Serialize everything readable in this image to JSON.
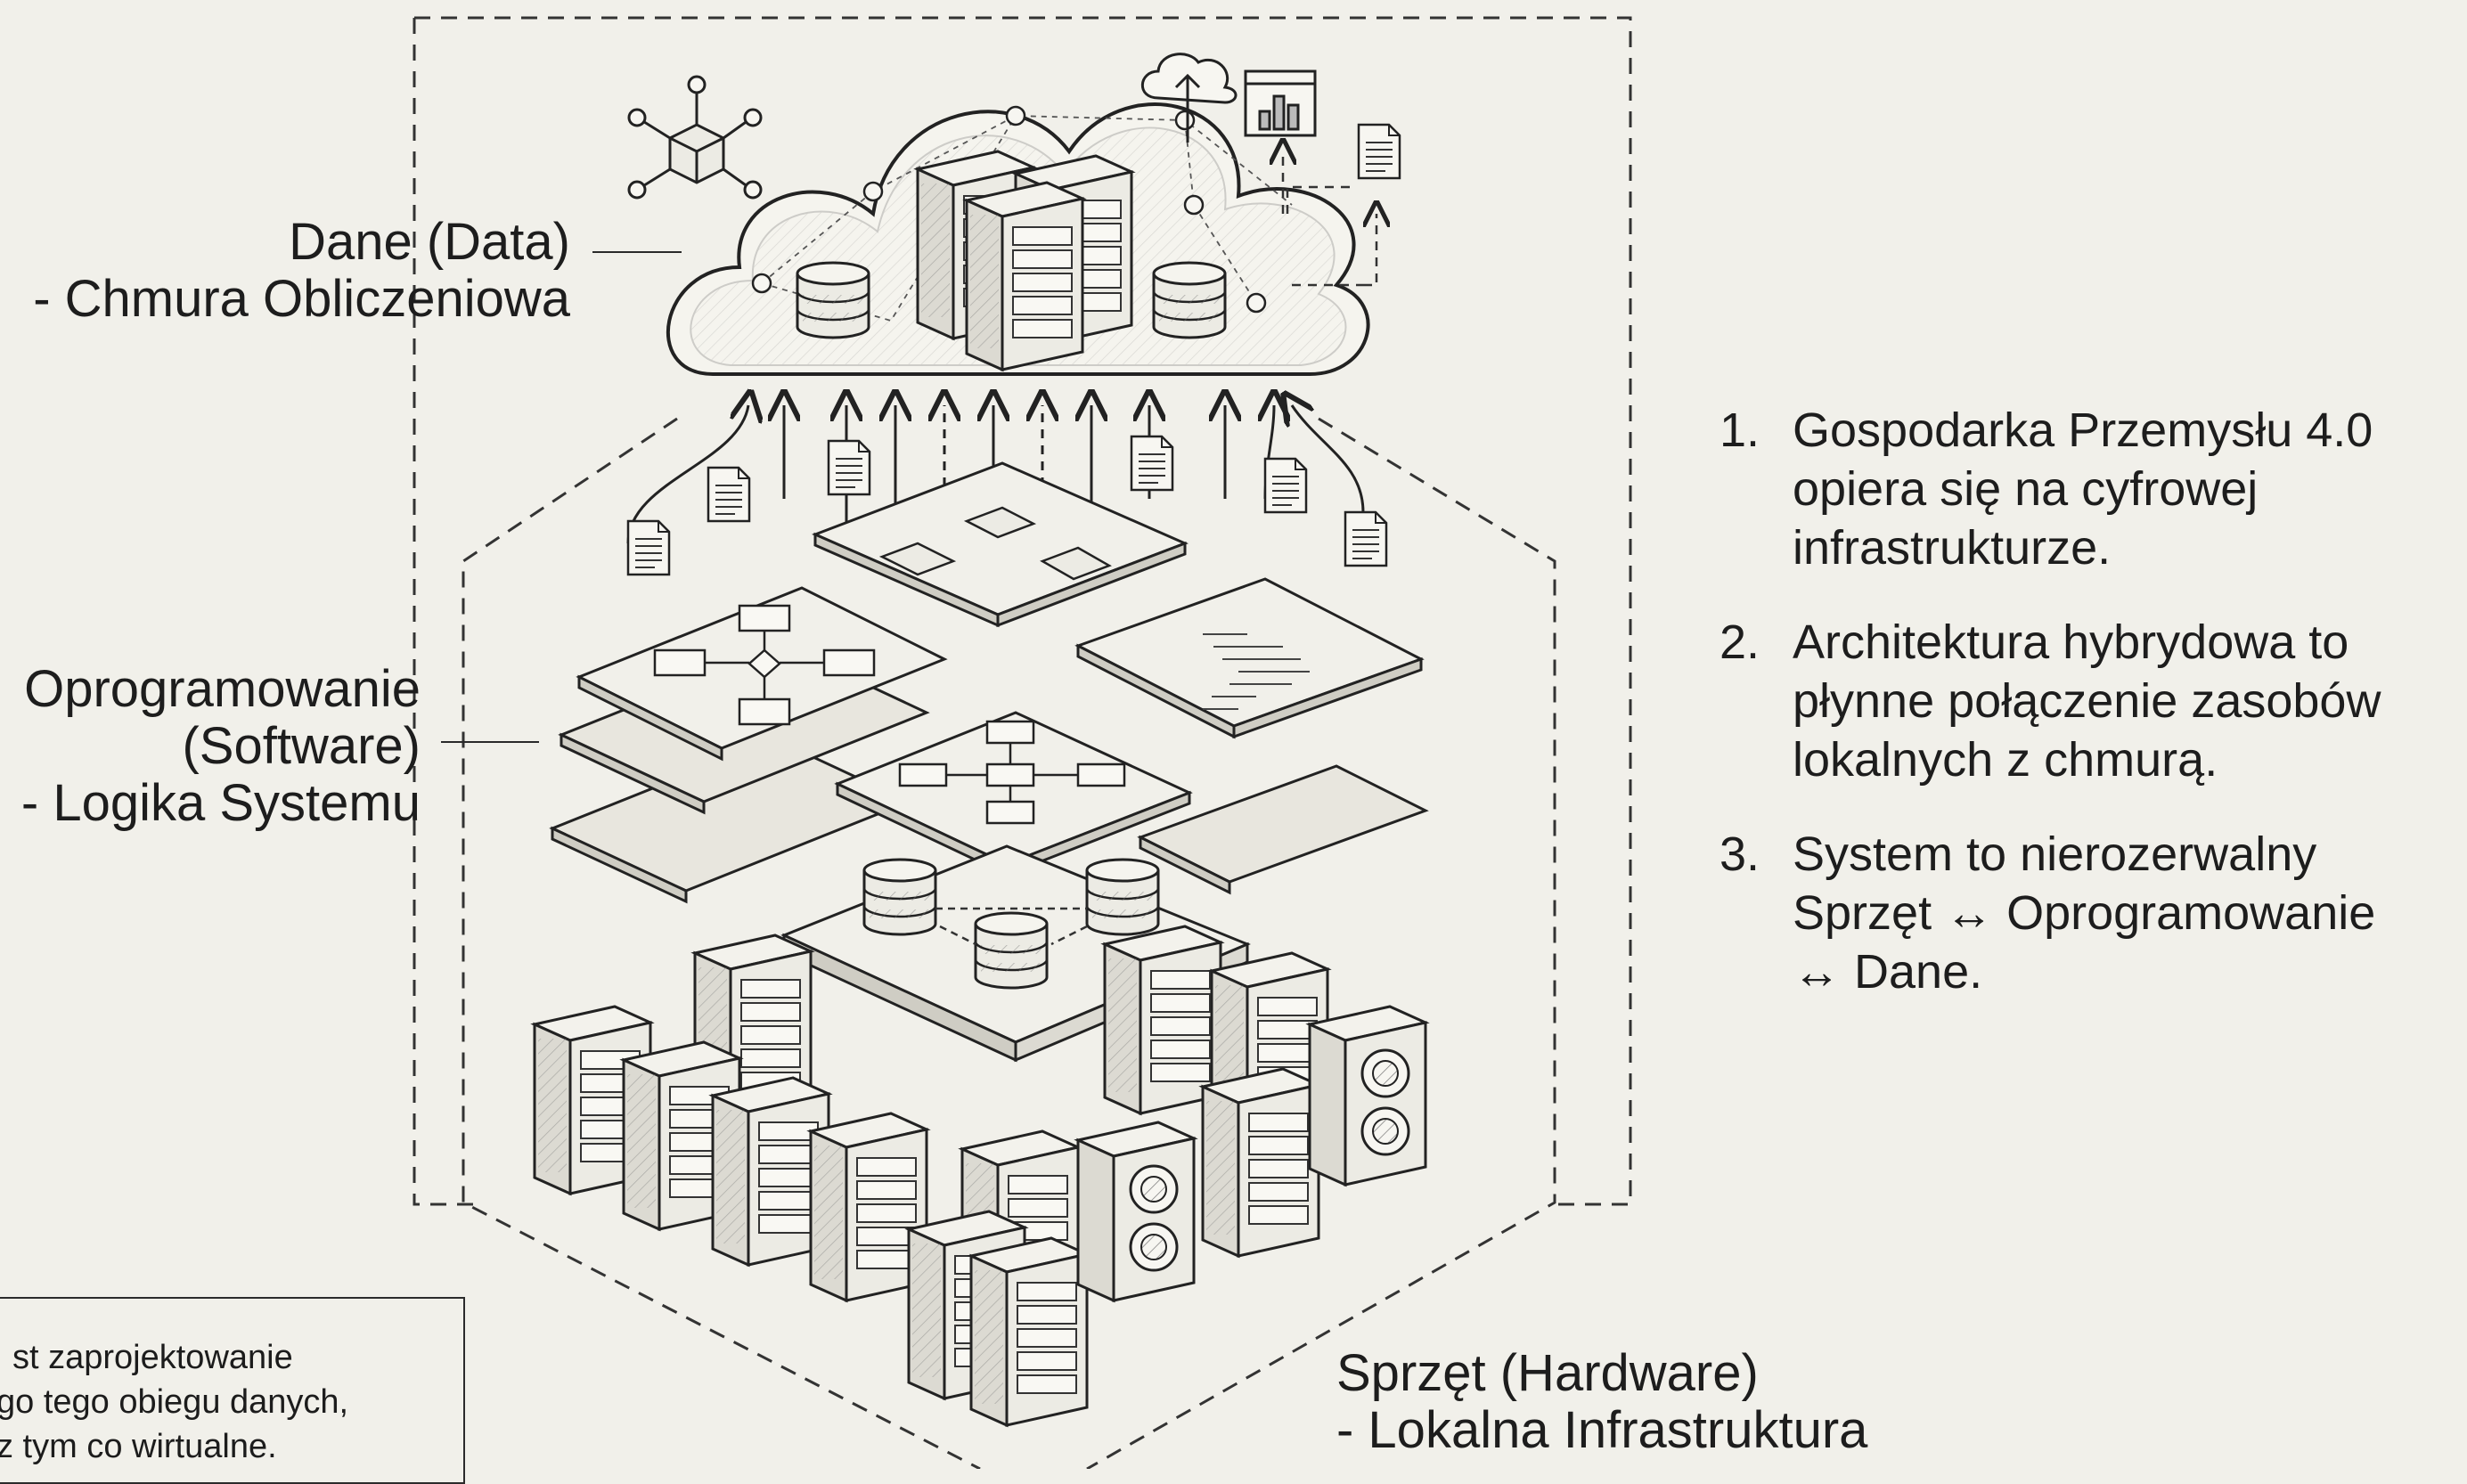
{
  "labels": {
    "data": [
      "Dane (Data)",
      "- Chmura Obliczeniowa"
    ],
    "software": [
      "Oprogramowanie",
      "(Software)",
      "- Logika Systemu"
    ],
    "hardware": [
      "Sprzęt (Hardware)",
      "- Lokalna Infrastruktura"
    ]
  },
  "facts": [
    {
      "num": "1.",
      "lines": [
        "Gospodarka Przemysłu 4.0",
        "opiera się na cyfrowej",
        "infrastrukturze."
      ]
    },
    {
      "num": "2.",
      "lines": [
        "Architektura hybrydowa to",
        "płynne połączenie zasobów",
        "lokalnych z chmurą."
      ]
    },
    {
      "num": "3.",
      "lines": [
        "System to nierozerwalny",
        "Sprzęt ↔ Oprogramowanie",
        "↔ Dane."
      ]
    }
  ],
  "note": {
    "lines": [
      "st zaprojektowanie",
      "go tego obiegu danych,",
      "z tym co wirtualne."
    ]
  },
  "colors": {
    "background": "#f1f0ea",
    "ink": "#1c1c1c",
    "panel": "#e8e6de"
  },
  "icons": [
    "cloud-icon",
    "server-rack-icon",
    "database-icon",
    "document-icon",
    "bar-chart-window-icon",
    "cloud-upload-icon",
    "network-cube-icon",
    "flowchart-panel-icon",
    "code-panel-icon",
    "chip-board-icon",
    "fan-tower-icon"
  ]
}
